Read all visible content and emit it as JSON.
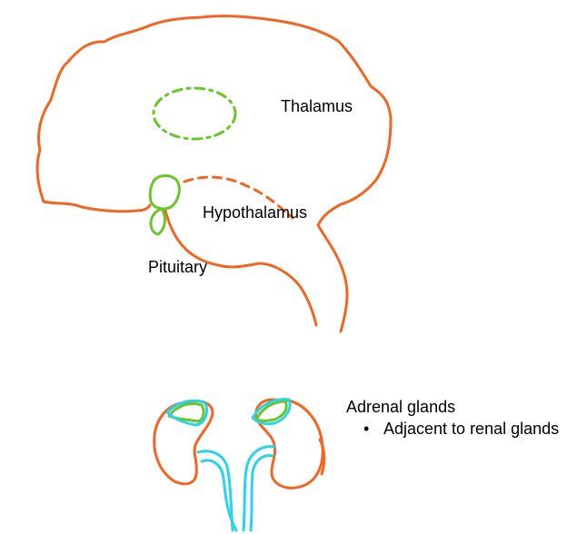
{
  "labels": {
    "thalamus": "Thalamus",
    "hypothalamus": "Hypothalamus",
    "pituitary": "Pituitary",
    "adrenal": "Adrenal glands"
  },
  "notes": {
    "adrenal_bullet": "Adjacent to renal glands"
  },
  "colors": {
    "brain_outline": "#f26522",
    "gland": "#6ac52a",
    "kidney_vessel": "#2bd3e6",
    "text": "#000000"
  }
}
